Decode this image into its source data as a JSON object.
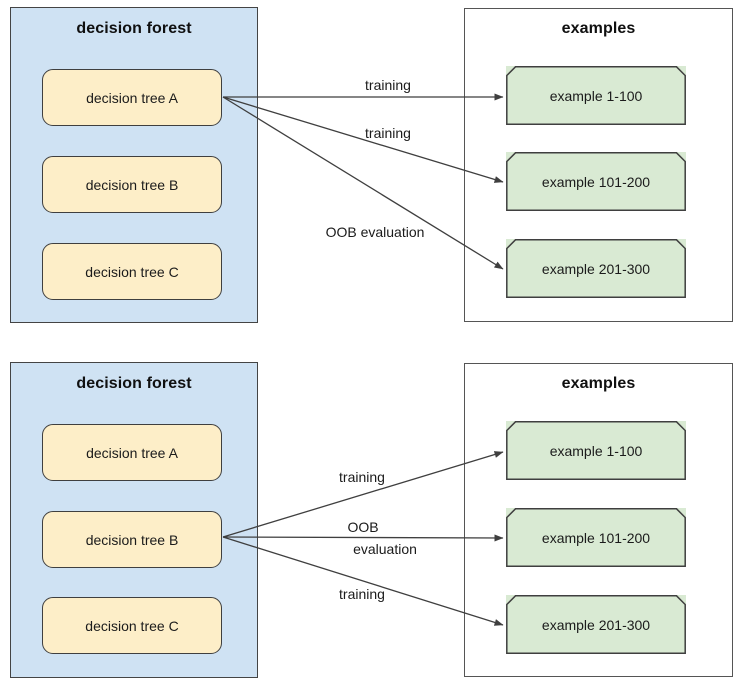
{
  "figure": {
    "title": "",
    "sections": [
      {
        "id": "top",
        "forest_panel": {
          "title": "decision forest",
          "trees": [
            {
              "label": "decision tree A",
              "highlighted": true
            },
            {
              "label": "decision tree B",
              "highlighted": false
            },
            {
              "label": "decision tree C",
              "highlighted": false
            }
          ]
        },
        "examples_panel": {
          "title": "examples",
          "examples": [
            {
              "label": "example 1-100"
            },
            {
              "label": "example 101-200"
            },
            {
              "label": "example 201-300"
            }
          ]
        },
        "edges": [
          {
            "from": "decision tree A",
            "to": "example 1-100",
            "label": "training"
          },
          {
            "from": "decision tree A",
            "to": "example 101-200",
            "label": "training"
          },
          {
            "from": "decision tree A",
            "to": "example 201-300",
            "label": "OOB evaluation"
          }
        ]
      },
      {
        "id": "bottom",
        "forest_panel": {
          "title": "decision forest",
          "trees": [
            {
              "label": "decision tree A",
              "highlighted": false
            },
            {
              "label": "decision tree B",
              "highlighted": true
            },
            {
              "label": "decision tree C",
              "highlighted": false
            }
          ]
        },
        "examples_panel": {
          "title": "examples",
          "examples": [
            {
              "label": "example 1-100"
            },
            {
              "label": "example 101-200"
            },
            {
              "label": "example 201-300"
            }
          ]
        },
        "edges": [
          {
            "from": "decision tree B",
            "to": "example 1-100",
            "label": "training"
          },
          {
            "from": "decision tree B",
            "to": "example 101-200",
            "label_line1": "OOB",
            "label_line2": "evaluation"
          },
          {
            "from": "decision tree B",
            "to": "example 201-300",
            "label": "training"
          }
        ]
      }
    ]
  },
  "colors": {
    "forest_panel_fill": "#cfe2f3",
    "tree_box_fill": "#fdeec8",
    "example_box_fill": "#d9ead3",
    "stroke": "#3f3f3f",
    "text": "#1b1b1b"
  }
}
